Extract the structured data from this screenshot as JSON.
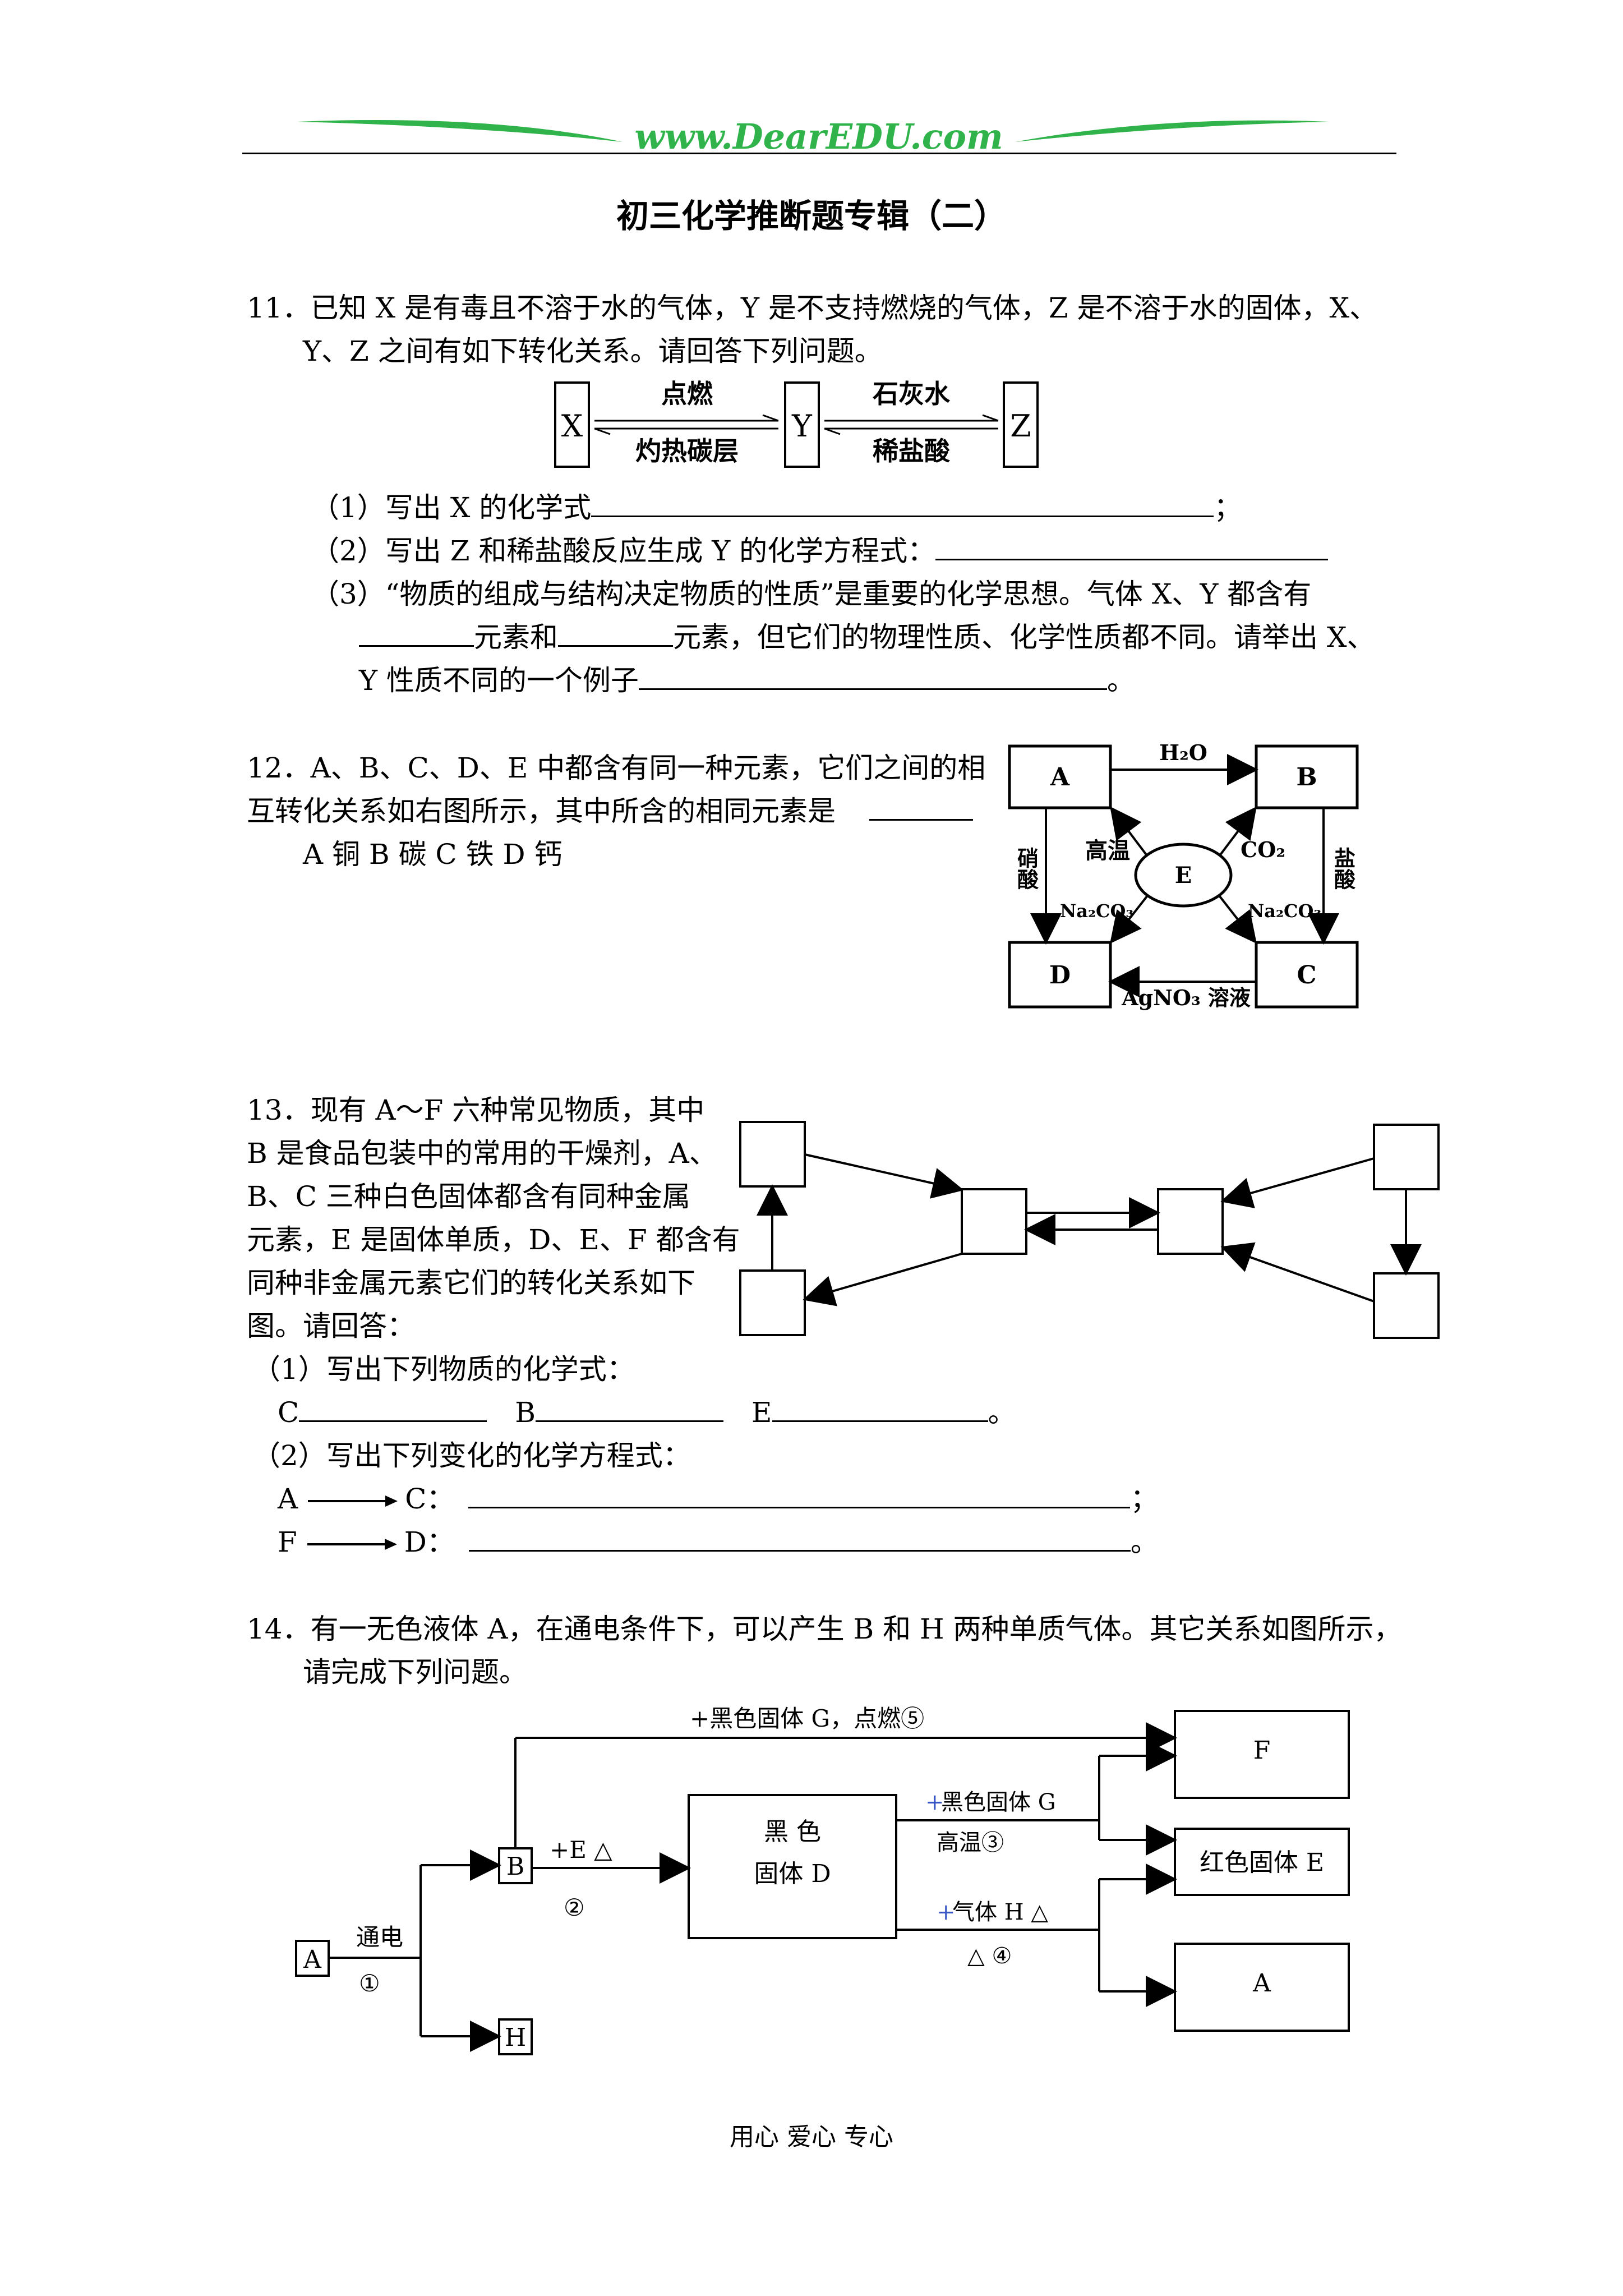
{
  "header": {
    "logo_text": "www.DearEDU.com",
    "brand_color": "#2fb34a"
  },
  "title": "初三化学推断题专辑（二）",
  "q11": {
    "line1": "11．已知 X 是有毒且不溶于水的气体，Y 是不支持燃烧的气体，Z 是不溶于水的固体，X、",
    "line2": "Y、Z 之间有如下转化关系。请回答下列问题。",
    "diagram": {
      "box_x": "X",
      "box_y": "Y",
      "box_z": "Z",
      "xy_top": "点燃",
      "xy_bottom": "灼热碳层",
      "yz_top": "石灰水",
      "yz_bottom": "稀盐酸"
    },
    "sub1_prefix": "（1）写出 X 的化学式",
    "sub1_suffix": "；",
    "sub2_prefix": "（2）写出 Z 和稀盐酸反应生成 Y 的化学方程式：",
    "sub3_line1": "（3）“物质的组成与结构决定物质的性质”是重要的化学思想。气体 X、Y 都含有",
    "sub3_mid1": "元素和",
    "sub3_mid2": "元素，但它们的物理性质、化学性质都不同。请举出 X、",
    "sub3_line3_prefix": "Y 性质不同的一个例子",
    "sub3_line3_suffix": "。"
  },
  "q12": {
    "line1": "12．A、B、C、D、E 中都含有同一种元素，它们之间的相",
    "line2": "互转化关系如右图所示，其中所含的相同元素是",
    "options": "A 铜     B 碳   C 铁   D 钙",
    "diagram": {
      "A": "A",
      "B": "B",
      "C": "C",
      "D": "D",
      "E": "E",
      "ab": "H₂O",
      "ae": "高温",
      "eb": "CO₂",
      "ad": "硝酸",
      "bc": "盐酸",
      "ed": "Na₂CO₃",
      "ec": "Na₂CO₃",
      "cd": "AgNO₃ 溶液"
    }
  },
  "q13": {
    "lines": [
      "13．现有 A～F 六种常见物质，其中",
      "B 是食品包装中的常用的干燥剂，A、",
      "B、C 三种白色固体都含有同种金属",
      "元素，E 是固体单质，D、E、F 都含有",
      "同种非金属元素它们的转化关系如下",
      "图。请回答："
    ],
    "sub1": "（1）写出下列物质的化学式：",
    "fill_c": "C",
    "fill_b": "B",
    "fill_e": "E",
    "fill_end": "。",
    "sub2": "（2）写出下列变化的化学方程式：",
    "eq1_from": "A",
    "eq1_to": "C：",
    "eq1_end": "；",
    "eq2_from": "F",
    "eq2_to": "D：",
    "eq2_end": "。"
  },
  "q14": {
    "line1": "14．有一无色液体 A，在通电条件下，可以产生 B 和 H 两种单质气体。其它关系如图所示，",
    "line2": "请完成下列问题。",
    "diagram": {
      "box_a": "A",
      "box_b": "B",
      "box_h": "H",
      "box_d1": "黑   色",
      "box_d2": "固体 D",
      "box_f": "F",
      "box_e": "红色固体 E",
      "box_a2": "A",
      "elec": "通电",
      "step1": "①",
      "top_cond": "+黑色固体 G，点燃⑤",
      "be_cond": "+E  △",
      "step2": "②",
      "g_cond_plus": "+",
      "g_cond": "黑色固体 G",
      "g_cond2": "高温③",
      "h_cond_plus": "+",
      "h_cond": "气体 H  △",
      "h_cond2": "△  ④"
    }
  },
  "footer": "用心  爱心  专心"
}
